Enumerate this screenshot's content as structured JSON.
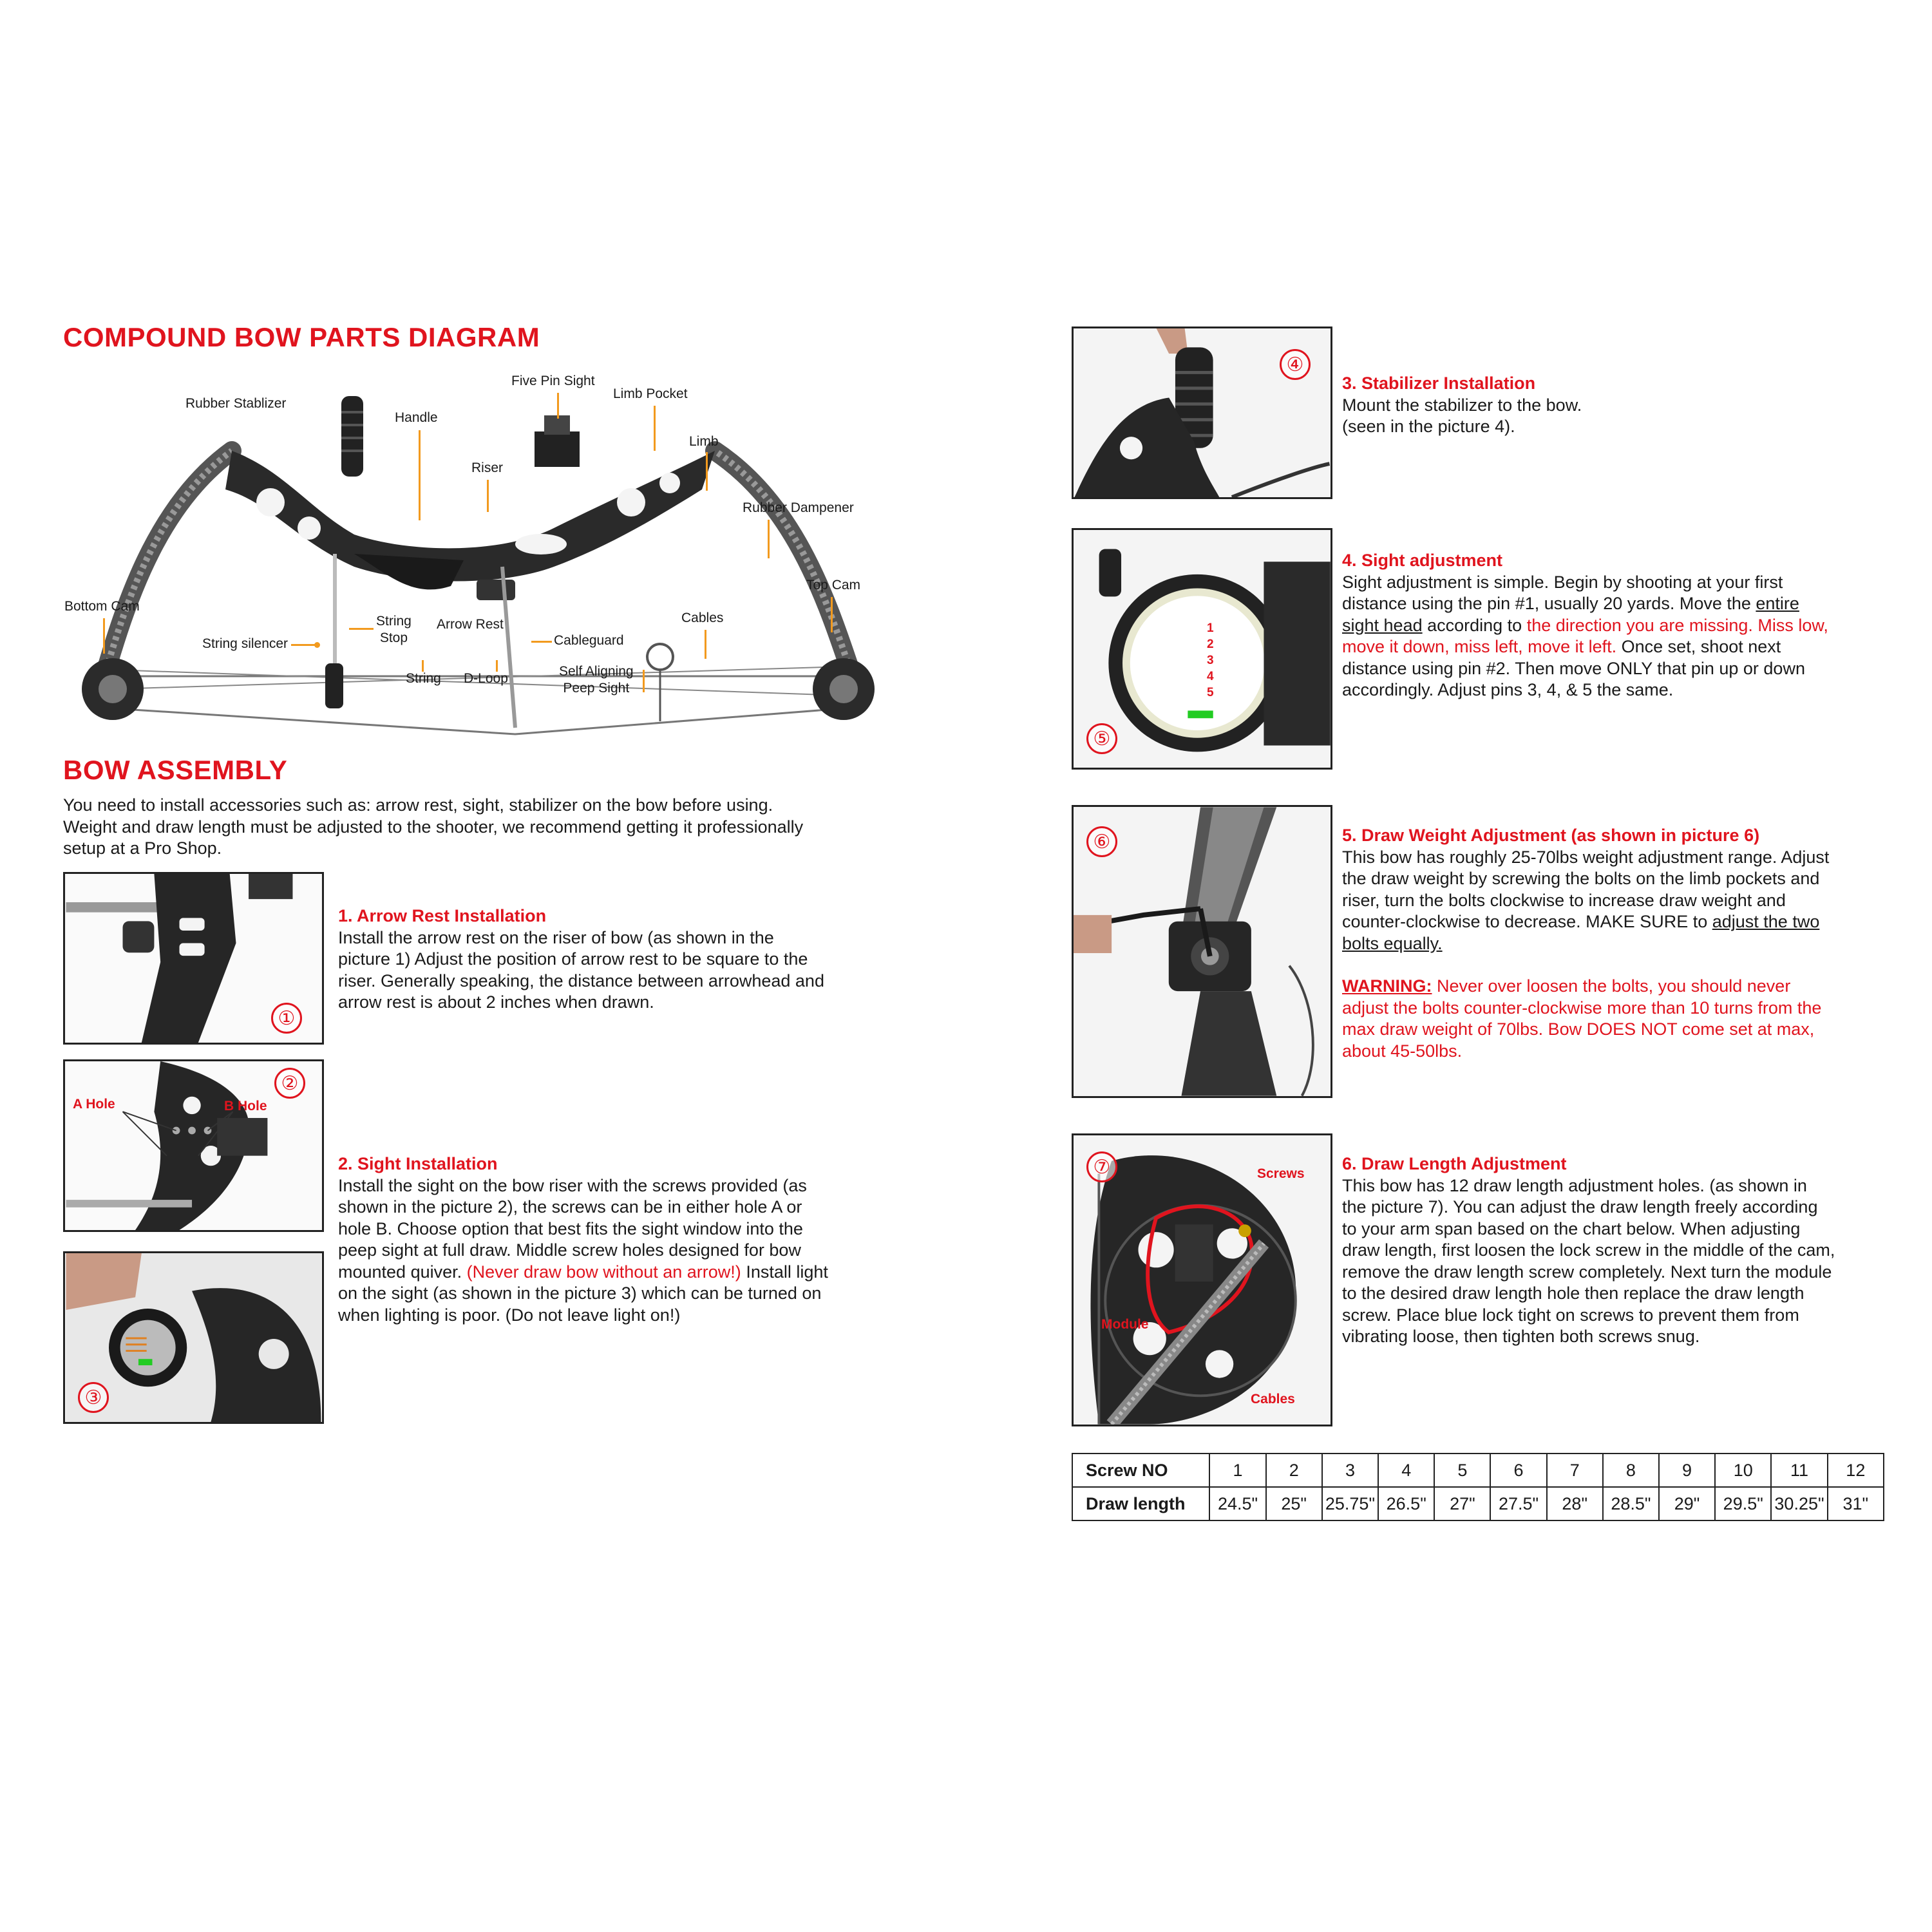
{
  "parts_diagram": {
    "title": "COMPOUND BOW PARTS DIAGRAM",
    "labels": {
      "rubber_stablizer": "Rubber Stablizer",
      "handle": "Handle",
      "five_pin_sight": "Five Pin Sight",
      "limb_pocket": "Limb Pocket",
      "limb": "Limb",
      "riser": "Riser",
      "rubber_dampener": "Rubber Dampener",
      "top_cam": "Top Cam",
      "bottom_cam": "Bottom Cam",
      "string_silencer": "String silencer",
      "string_stop": "String\nStop",
      "arrow_rest": "Arrow Rest",
      "cableguard": "Cableguard",
      "cables": "Cables",
      "string": "String",
      "d_loop": "D-Loop",
      "peep_sight": "Self Aligning\nPeep Sight"
    }
  },
  "assembly": {
    "title": "BOW ASSEMBLY",
    "intro": [
      "You need to install accessories such as: arrow rest, sight, stabilizer on the bow before using.",
      "Weight and draw length must be adjusted to the shooter, we recommend getting it professionally",
      "setup at a Pro Shop."
    ]
  },
  "steps": {
    "s1": {
      "title": "1. Arrow Rest Installation",
      "lines": [
        "Install the arrow rest on the riser of bow (as shown in the",
        "picture 1)  Adjust the position of arrow rest to be square to the",
        "riser. Generally speaking, the distance between arrowhead and",
        "arrow rest is about 2 inches when drawn."
      ]
    },
    "s2": {
      "title": "2. Sight Installation",
      "lines": [
        "Install the sight on the bow riser with the screws provided (as",
        "shown in the picture 2), the screws can be in either hole A or",
        "hole B. Choose option that best fits the sight window into the",
        "peep sight at full draw. Middle screw holes designed for bow"
      ],
      "line5a": "mounted quiver. ",
      "line5red": "(Never draw bow without an arrow!)",
      "line5b": " Install light",
      "lines_end": [
        "on the sight (as shown in the picture 3) which can be turned on",
        "when lighting is poor. (Do not leave light on!)"
      ]
    },
    "s3": {
      "title": "3. Stabilizer Installation",
      "lines": [
        "Mount the stabilizer to the bow.",
        "(seen in the picture 4)."
      ]
    },
    "s4": {
      "title": "4. Sight adjustment",
      "l1": "Sight adjustment is simple. Begin by shooting at your first",
      "l2a": "distance using the pin #1, usually 20 yards. Move the ",
      "l2u": "entire ",
      "l3u": "sight head",
      "l3b": " according to ",
      "l3red": "the direction you are missing. Miss low,",
      "l4red": "move it down, miss left, move it left.",
      "l4b": " Once set, shoot next",
      "l5": "distance using pin #2. Then move ONLY that pin up or down",
      "l6": "accordingly. Adjust pins 3, 4, & 5 the same."
    },
    "s5": {
      "title": "5. Draw Weight Adjustment (as shown in picture 6)",
      "lines": [
        "This bow has roughly 25-70lbs weight adjustment range. Adjust",
        "the draw weight by screwing the bolts on the limb pockets and",
        "riser, turn the bolts clockwise to increase draw weight and"
      ],
      "l4a": "counter-clockwise to decrease. MAKE SURE to ",
      "l4u": "adjust the two ",
      "l5u": "bolts equally.",
      "warning_label": "WARNING:",
      "warning_l1": " Never over loosen the bolts, you should never",
      "warning_lines": [
        "adjust the bolts counter-clockwise more than 10 turns from the",
        "max draw weight of 70lbs. Bow DOES NOT come set at max,",
        "about 45-50lbs."
      ]
    },
    "s6": {
      "title": "6. Draw Length Adjustment",
      "lines": [
        "This bow has 12 draw length adjustment holes. (as shown in",
        "the picture 7). You can adjust the draw length freely according",
        "to your arm span based on the chart below. When adjusting",
        "draw length, first loosen the lock screw in the middle of the cam,",
        "remove the draw length screw completely. Next turn the module",
        "to the desired draw length hole then replace the draw length",
        "screw. Place blue lock tight on screws to prevent them from",
        "vibrating loose, then tighten both screws snug."
      ]
    }
  },
  "pictures": {
    "n1": "①",
    "n2": "②",
    "n3": "③",
    "n4": "④",
    "n5": "⑤",
    "n6": "⑥",
    "n7": "⑦",
    "a_hole": "A Hole",
    "b_hole": "B Hole",
    "sight_pins": [
      "1",
      "2",
      "3",
      "4",
      "5"
    ],
    "screws": "Screws",
    "module": "Module",
    "cables": "Cables"
  },
  "table": {
    "row1_header": "Screw NO",
    "row2_header": "Draw length",
    "screw_no": [
      "1",
      "2",
      "3",
      "4",
      "5",
      "6",
      "7",
      "8",
      "9",
      "10",
      "11",
      "12"
    ],
    "draw_length": [
      "24.5\"",
      "25\"",
      "25.75\"",
      "26.5\"",
      "27\"",
      "27.5\"",
      "28\"",
      "28.5\"",
      "29\"",
      "29.5\"",
      "30.25\"",
      "31\""
    ]
  },
  "colors": {
    "accent_red": "#e0141e",
    "leader_orange": "#f29a1e"
  }
}
